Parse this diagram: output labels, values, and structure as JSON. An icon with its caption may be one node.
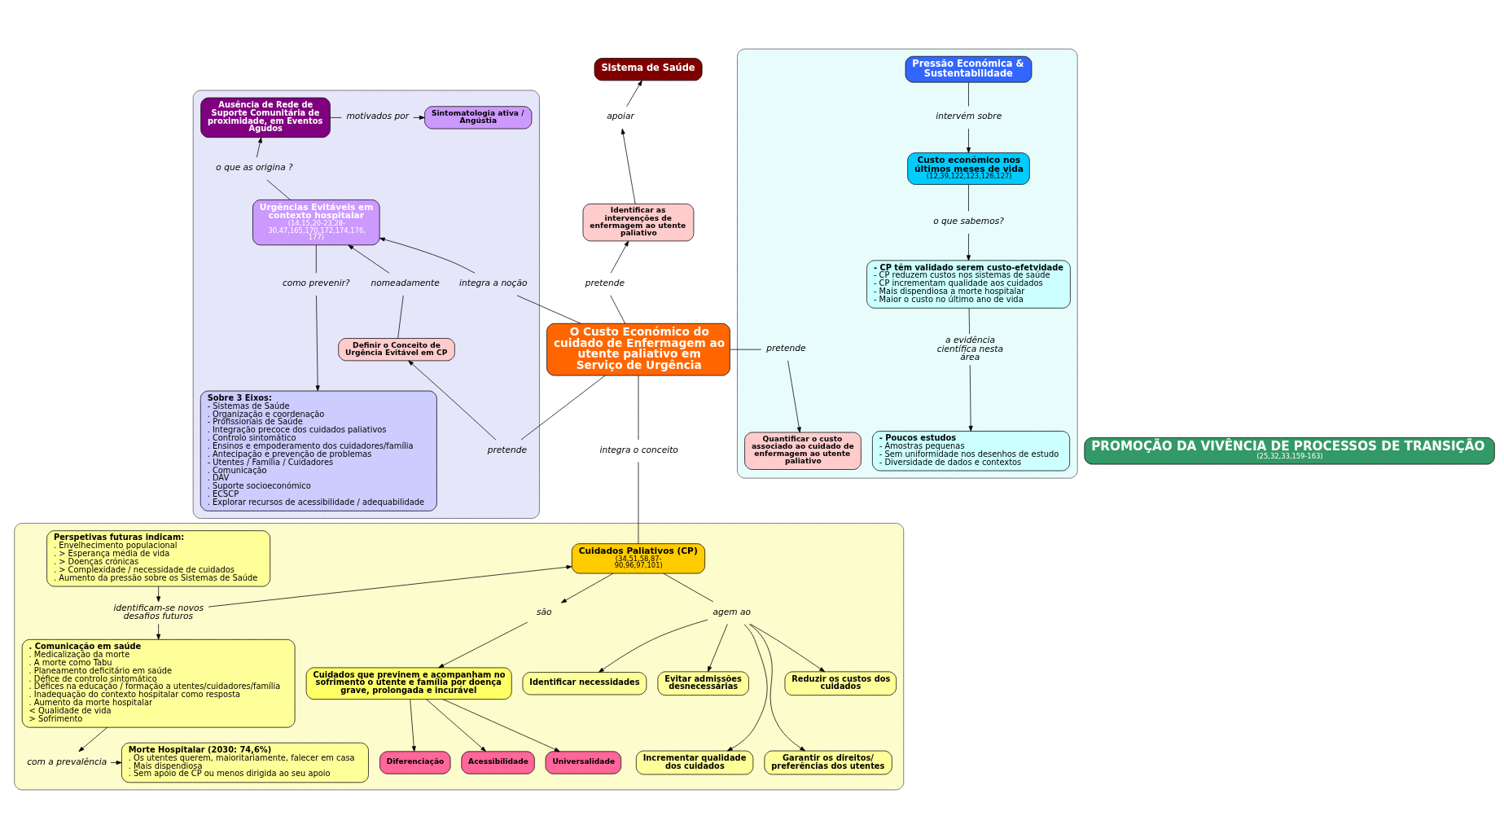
{
  "diagram": {
    "nodes": [
      {
        "text": [],
        "shape": "box"
      },
      {
        "text": [
          "Ausência de Rede de Suporte Comunitária de proximidade, em Eventos Agudos"
        ],
        "in": 0
      },
      {
        "text": [
          "motivados por"
        ],
        "in": 0
      },
      {
        "text": [
          "Sintomatologia ativa / Angústia"
        ],
        "in": 0
      },
      {
        "text": [
          "o que as origina ?"
        ],
        "in": 0
      },
      {
        "text": [
          "Urgências Evitáveis em contexto hospitalar",
          "(14,15,20-23,28-30,47,165,170,172,174,176,177)"
        ],
        "in": 0
      },
      {
        "text": [
          "como prevenir?"
        ],
        "in": 0
      },
      {
        "text": [
          "Sobre 3 Eixos:",
          "- Sistemas de Saúde",
          ". Organização e coordenação",
          "- Profissionais de Saúde",
          ". Integração precoce dos cuidados paliativos",
          ". Controlo sintomático",
          ". Ensinos e empoderamento dos cuidadores/família",
          ". Antecipação e prevenção de problemas",
          "- Utentes / Família / Cuidadores",
          ". Comunicação",
          ". DAV",
          ". Suporte socioeconómico",
          ". ECSCP",
          ". Explorar recursos de acessibilidade / adequabilidade"
        ],
        "in": 0
      },
      {
        "text": [
          "nomeadamente"
        ],
        "in": 0
      },
      {
        "text": [
          "Definir o Conceito de Urgência Evitável em CP"
        ],
        "in": 0
      },
      {
        "text": [
          "integra a noção"
        ],
        "in": 0
      },
      {
        "text": [
          "pretende"
        ],
        "in": 0
      },
      {
        "text": [
          "Sistema de Saúde"
        ]
      },
      {
        "text": [
          "apoiar"
        ]
      },
      {
        "text": [
          "Identificar as intervenções de enfermagem ao utente paliativo"
        ]
      },
      {
        "text": [
          "pretende"
        ]
      },
      {
        "text": [
          "O Custo Económico do cuidado de Enfermagem ao utente paliativo em Serviço de Urgência"
        ]
      },
      {
        "text": [],
        "shape": "box"
      },
      {
        "text": [
          "Pressão Económica & Sustentabilidade"
        ],
        "in": 17
      },
      {
        "text": [
          "intervém sobre"
        ],
        "in": 17
      },
      {
        "text": [
          "Custo económico nos últimos meses de vida",
          "(12,39,122,123,126,127)"
        ],
        "in": 17
      },
      {
        "text": [
          "o que sabemos?"
        ],
        "in": 17
      },
      {
        "text": [
          "- CP têm validado serem custo-efetvidade",
          "- CP reduzem custos nos sistemas de saúde",
          "- CP incrementam qualidade aos cuidados",
          "- Mais dispendiosa a morte hospitalar",
          "- Maior o custo no último ano de vida"
        ],
        "in": 17
      },
      {
        "text": [
          "a evidência científica nesta área"
        ],
        "in": 17
      },
      {
        "text": [
          "- Poucos estudos",
          "- Amostras pequenas",
          "- Sem uniformidade nos desenhos de estudo",
          "- Diversidade de dados e contextos"
        ],
        "in": 17
      },
      {
        "text": [
          "pretende"
        ],
        "in": 17
      },
      {
        "text": [
          "Quantificar o custo associado ao cuidado de enfermagem ao utente paliativo"
        ],
        "in": 17
      },
      {
        "text": [
          "integra o conceito"
        ]
      },
      {
        "text": [
          "PROMOÇÃO DA VIVÊNCIA DE PROCESSOS DE TRANSIÇÃO",
          "(25,32,33,159-163)"
        ]
      },
      {
        "text": [],
        "shape": "box"
      },
      {
        "text": [
          "Cuidados Paliativos (CP)",
          "(34,51,58,87-90,96,97,101)"
        ],
        "in": 29
      },
      {
        "text": [
          "são"
        ],
        "in": 29
      },
      {
        "text": [
          "Cuidados que previnem e acompanham no sofrimento o utente e família por doença grave, prolongada e incurável"
        ],
        "in": 29
      },
      {
        "text": [
          "Diferenciação"
        ],
        "in": 29
      },
      {
        "text": [
          "Acessibilidade"
        ],
        "in": 29
      },
      {
        "text": [
          "Universalidade"
        ],
        "in": 29
      },
      {
        "text": [
          "agem ao"
        ],
        "in": 29
      },
      {
        "text": [
          "Identificar necessidades"
        ],
        "in": 29
      },
      {
        "text": [
          "Evitar admissões desnecessárias"
        ],
        "in": 29
      },
      {
        "text": [
          "Incrementar qualidade dos cuidados"
        ],
        "in": 29
      },
      {
        "text": [
          "Garantir os direitos/ preferências dos utentes"
        ],
        "in": 29
      },
      {
        "text": [
          "Reduzir os custos dos cuidados"
        ],
        "in": 29
      },
      {
        "text": [
          "Perspetivas futuras indicam:",
          ". Envelhecimento populacional",
          ". > Esperança média de vida",
          ". > Doenças crónicas",
          ". > Complexidade / necessidade de cuidados",
          ". Aumento da pressão sobre os Sistemas de Saúde"
        ],
        "in": 29
      },
      {
        "text": [
          "identificam-se novos desafios futuros"
        ],
        "in": 29
      },
      {
        "text": [
          ". Comunicação em saúde",
          ". Medicalização da morte",
          ". A morte como Tabu",
          ". Planeamento deficitário em saúde",
          ". Défice de controlo sintomático",
          ". Défices na educação / formação a utentes/cuidadores/família",
          ". Inadequação do contexto hospitalar como resposta",
          ". Aumento da morte hospitalar",
          "< Qualidade de vida",
          "> Sofrimento"
        ],
        "in": 29
      },
      {
        "text": [
          "com a prevalência"
        ],
        "in": 29
      },
      {
        "text": [
          "Morte Hospitalar (2030: 74,6%)",
          ". Os utentes querem, maioritariamente, falecer em casa",
          ". Mais dispendiosa",
          ". Sem apoio de CP ou menos dirigida ao seu apoio"
        ],
        "in": 29
      }
    ],
    "edges": [
      {
        "from": 1,
        "to": 2,
        "arrow": "none"
      },
      {
        "from": 2,
        "to": 3,
        "arrow": "to"
      },
      {
        "from": 5,
        "to": 4,
        "arrow": "none"
      },
      {
        "from": 4,
        "to": 1,
        "arrow": "to"
      },
      {
        "from": 5,
        "to": 6,
        "arrow": "none"
      },
      {
        "from": 6,
        "to": 7,
        "arrow": "to"
      },
      {
        "from": 9,
        "to": 8,
        "arrow": "none"
      },
      {
        "from": 8,
        "to": 5,
        "arrow": "to"
      },
      {
        "from": 16,
        "to": 10,
        "arrow": "none"
      },
      {
        "from": 10,
        "to": 5,
        "arrow": "to"
      },
      {
        "from": 16,
        "to": 11,
        "arrow": "none"
      },
      {
        "from": 11,
        "to": 9,
        "arrow": "to"
      },
      {
        "from": 16,
        "to": 15,
        "arrow": "none"
      },
      {
        "from": 15,
        "to": 14,
        "arrow": "to"
      },
      {
        "from": 14,
        "to": 13,
        "arrow": "to"
      },
      {
        "from": 13,
        "to": 12,
        "arrow": "to"
      },
      {
        "from": 18,
        "to": 19,
        "arrow": "none"
      },
      {
        "from": 19,
        "to": 20,
        "arrow": "to"
      },
      {
        "from": 20,
        "to": 21,
        "arrow": "none"
      },
      {
        "from": 21,
        "to": 22,
        "arrow": "to"
      },
      {
        "from": 22,
        "to": 23,
        "arrow": "none"
      },
      {
        "from": 23,
        "to": 24,
        "arrow": "to"
      },
      {
        "from": 16,
        "to": 25,
        "arrow": "none"
      },
      {
        "from": 25,
        "to": 26,
        "arrow": "to"
      },
      {
        "from": 16,
        "to": 27,
        "arrow": "none"
      },
      {
        "from": 27,
        "to": 30,
        "arrow": "none"
      },
      {
        "from": 30,
        "to": 31,
        "arrow": "to"
      },
      {
        "from": 31,
        "to": 32,
        "arrow": "to"
      },
      {
        "from": 32,
        "to": 33,
        "arrow": "to"
      },
      {
        "from": 32,
        "to": 34,
        "arrow": "to"
      },
      {
        "from": 32,
        "to": 35,
        "arrow": "to"
      },
      {
        "from": 30,
        "to": 36,
        "arrow": "none"
      },
      {
        "from": 36,
        "to": 37,
        "arrow": "to"
      },
      {
        "from": 36,
        "to": 38,
        "arrow": "to"
      },
      {
        "from": 36,
        "to": 39,
        "arrow": "to"
      },
      {
        "from": 36,
        "to": 40,
        "arrow": "to"
      },
      {
        "from": 36,
        "to": 41,
        "arrow": "to"
      },
      {
        "from": 42,
        "to": 43,
        "arrow": "to"
      },
      {
        "from": 43,
        "to": 30,
        "arrow": "to"
      },
      {
        "from": 43,
        "to": 44,
        "arrow": "to"
      },
      {
        "from": 44,
        "to": 45,
        "arrow": "to"
      },
      {
        "from": 45,
        "to": 46,
        "arrow": "to"
      }
    ]
  }
}
